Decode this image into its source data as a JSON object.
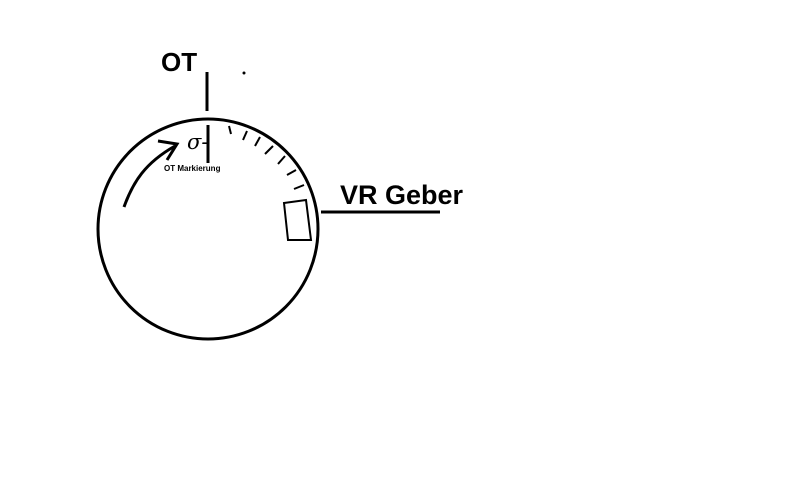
{
  "labels": {
    "ot": "OT",
    "ot_marking": "OT Markierung",
    "vr_sensor": "VR Geber"
  },
  "colors": {
    "stroke": "#000000",
    "background": "#ffffff"
  }
}
